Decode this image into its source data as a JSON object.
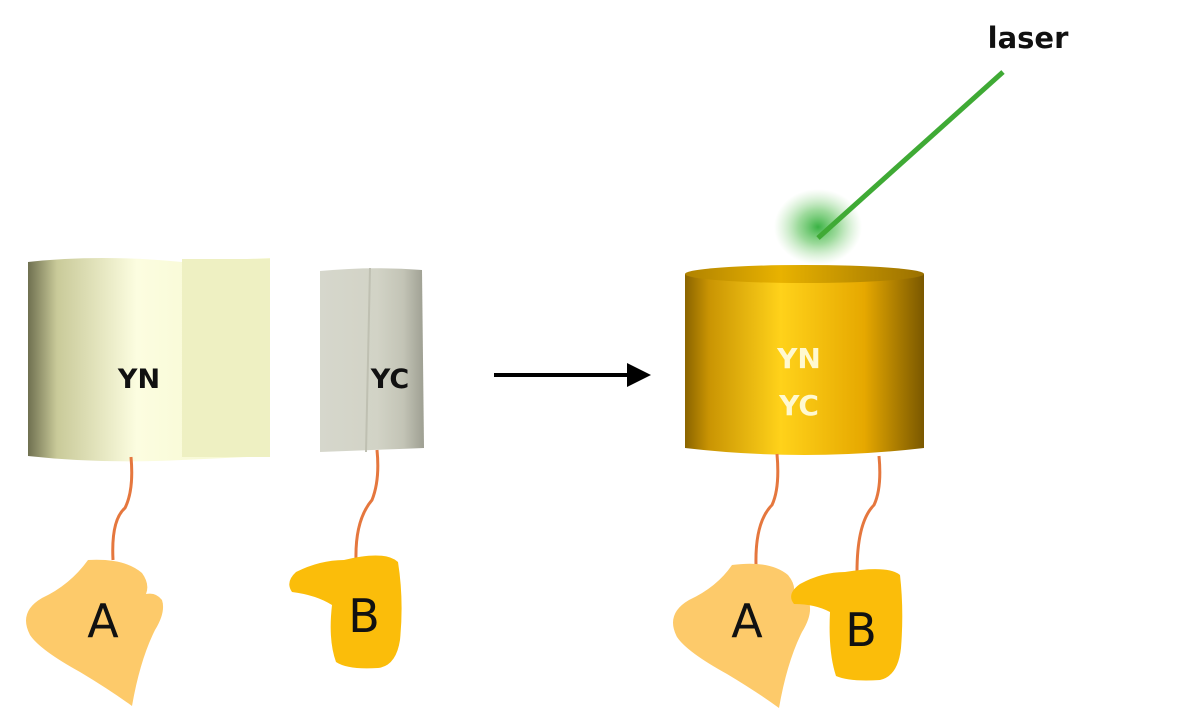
{
  "labels": {
    "yn": "YN",
    "yc": "YC",
    "yn_combined": "YN",
    "yc_combined": "YC",
    "laser": "laser",
    "a_left": "A",
    "b_left": "B",
    "a_right": "A",
    "b_right": "B"
  },
  "colors": {
    "yn_fragment": "#f1f3c9",
    "yc_fragment": "#cfd0c3",
    "complex_gold": "#f2b707",
    "protein_a": "#fdca6a",
    "protein_b": "#fbbd0a",
    "linker": "#e5773e",
    "laser_beam": "#3faa35",
    "glow": "#5fc15a",
    "arrow": "#000000"
  }
}
